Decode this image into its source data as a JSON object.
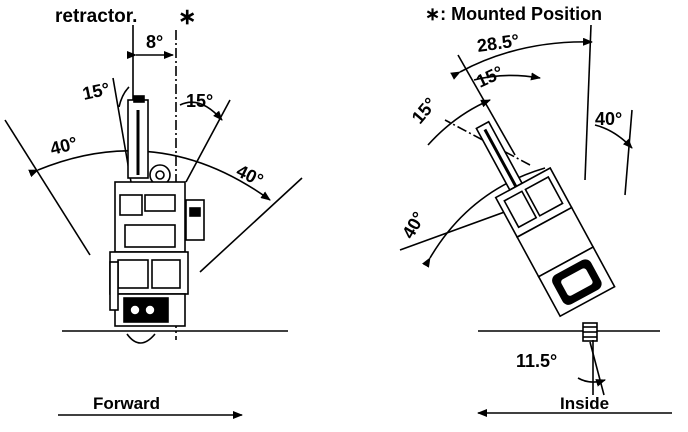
{
  "header": {
    "left_text": "retractor.",
    "left_star": "∗",
    "right_text": "∗: Mounted Position"
  },
  "left_view": {
    "angle_center": "8°",
    "angle_left_inner": "15°",
    "angle_right_inner": "15°",
    "angle_left_outer": "40°",
    "angle_right_outer": "40°",
    "direction_label": "Forward"
  },
  "right_view": {
    "angle_top": "28.5°",
    "angle_left_inner": "15°",
    "angle_mid_inner": "15°",
    "angle_right": "40°",
    "angle_left_outer": "40°",
    "angle_base": "11.5°",
    "direction_label": "Inside"
  },
  "colors": {
    "ink": "#000000",
    "background": "#ffffff"
  }
}
